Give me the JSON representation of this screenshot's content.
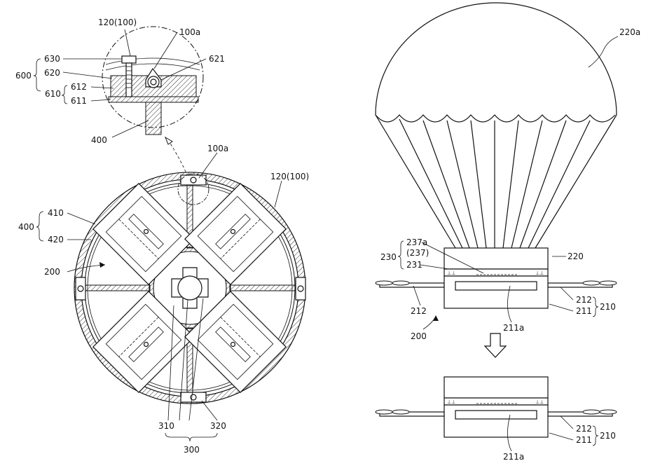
{
  "labels": {
    "l_120_100_top": "120(100)",
    "l_100a_top": "100a",
    "l_630": "630",
    "l_620": "620",
    "l_600": "600",
    "l_621": "621",
    "l_612": "612",
    "l_610": "610",
    "l_611": "611",
    "l_400_top": "400",
    "l_100a_mid": "100a",
    "l_120_100_mid": "120(100)",
    "l_410": "410",
    "l_400_mid": "400",
    "l_420": "420",
    "l_200_left": "200",
    "l_310": "310",
    "l_320": "320",
    "l_300": "300",
    "l_220a": "220a",
    "l_237a": "237a",
    "l_237": "(237)",
    "l_230": "230",
    "l_231": "231",
    "l_220": "220",
    "l_212_left": "212",
    "l_212_right": "212",
    "l_211": "211",
    "l_210": "210",
    "l_211a": "211a",
    "l_200_right": "200",
    "l_212_bottom": "212",
    "l_211_bottom": "211",
    "l_210_bottom": "210",
    "l_211a_bottom": "211a"
  }
}
